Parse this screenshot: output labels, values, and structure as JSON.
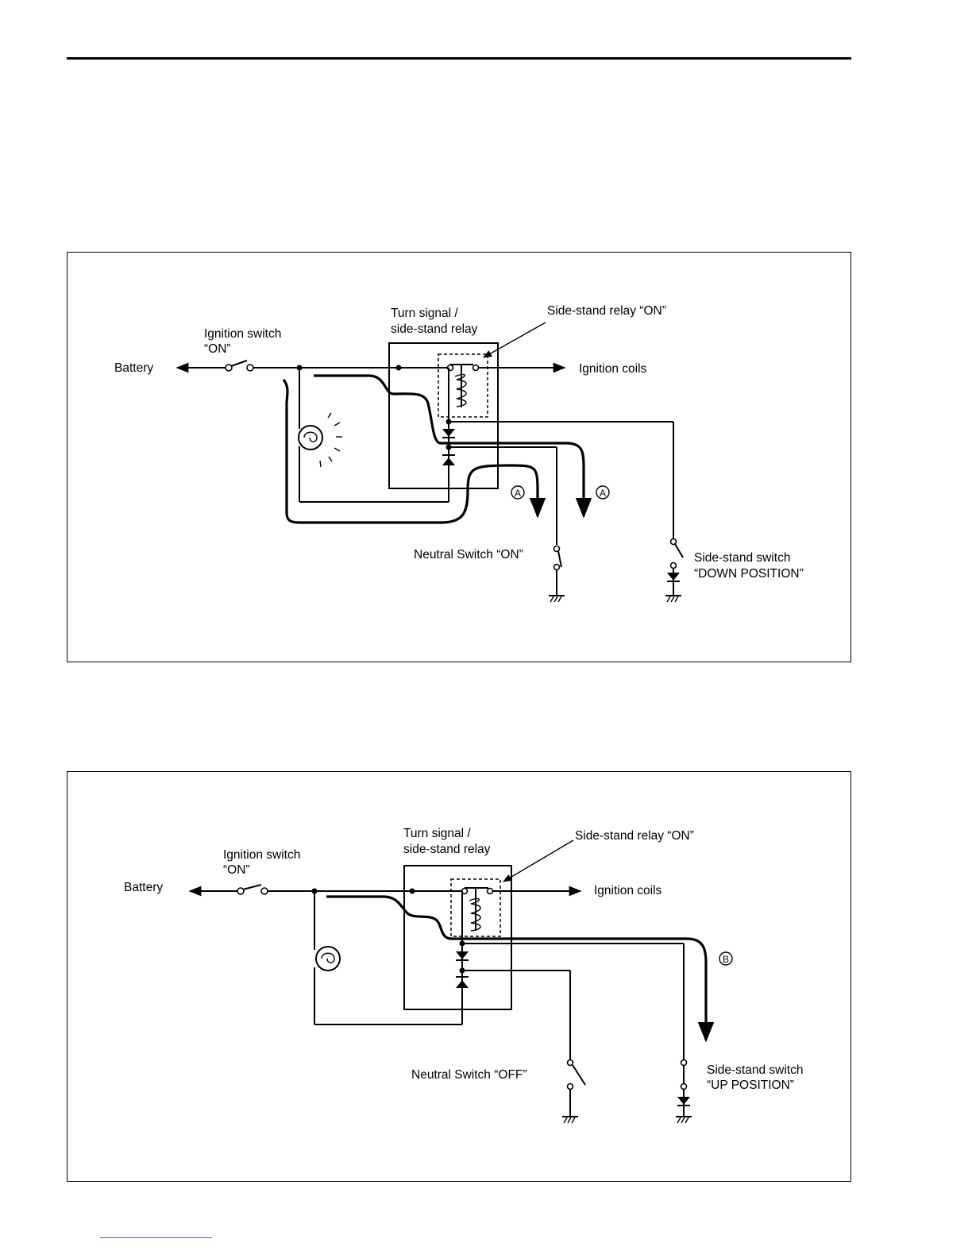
{
  "diagram1": {
    "turn_signal_relay_label": [
      "Turn signal /",
      "side-stand relay"
    ],
    "side_stand_relay_label": "Side-stand relay “ON”",
    "ignition_switch_label": [
      "Ignition switch",
      "“ON”"
    ],
    "battery_label": "Battery",
    "ignition_coils_label": "Ignition coils",
    "flow_marker": "A",
    "neutral_switch_label": "Neutral Switch “ON”",
    "side_stand_switch_label": [
      "Side-stand switch",
      "“DOWN POSITION”"
    ]
  },
  "diagram2": {
    "turn_signal_relay_label": [
      "Turn signal /",
      "side-stand relay"
    ],
    "side_stand_relay_label": "Side-stand relay “ON”",
    "ignition_switch_label": [
      "Ignition switch",
      "“ON”"
    ],
    "battery_label": "Battery",
    "ignition_coils_label": "Ignition coils",
    "flow_marker": "B",
    "neutral_switch_label": "Neutral Switch “OFF”",
    "side_stand_switch_label": [
      "Side-stand switch",
      "“UP POSITION”"
    ]
  }
}
